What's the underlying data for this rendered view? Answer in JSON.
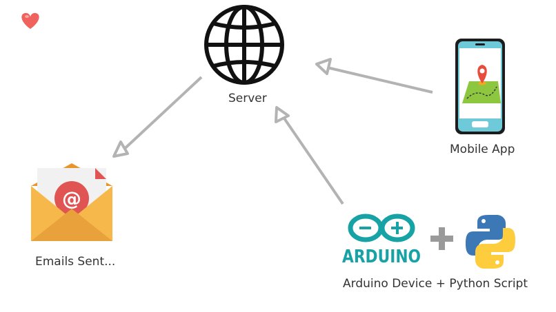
{
  "nodes": {
    "server": {
      "label": "Server"
    },
    "mobile": {
      "label": "Mobile App"
    },
    "emails": {
      "label": "Emails Sent..."
    },
    "arduino": {
      "label": "Arduino Device + Python Script",
      "logo_text": "ARDUINO"
    }
  },
  "icons": {
    "heart": "heart-icon",
    "globe": "globe-icon",
    "phone": "phone-map-icon",
    "envelope": "envelope-icon",
    "arduino": "arduino-logo",
    "plus": "plus-icon",
    "python": "python-logo"
  },
  "colors": {
    "arrow": "#b3b3b3",
    "arduino_teal": "#17a2a6",
    "python_blue": "#3c77b6",
    "python_yellow": "#fecd3d",
    "envelope": "#f6b84a",
    "mail_red": "#e05553",
    "phone_screen": "#6ec9d8",
    "heart": "#f0625d"
  }
}
